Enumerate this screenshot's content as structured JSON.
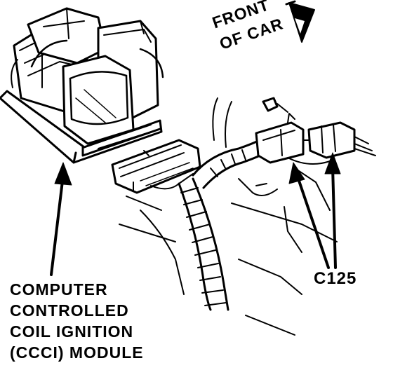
{
  "labels": {
    "front_of_car": [
      "FRONT",
      "OF CAR"
    ],
    "module": [
      "COMPUTER",
      "CONTROLLED",
      "COIL IGNITION",
      "(CCCI) MODULE"
    ],
    "connector": "C125"
  },
  "icons": {
    "direction": "front-arrow-icon"
  }
}
